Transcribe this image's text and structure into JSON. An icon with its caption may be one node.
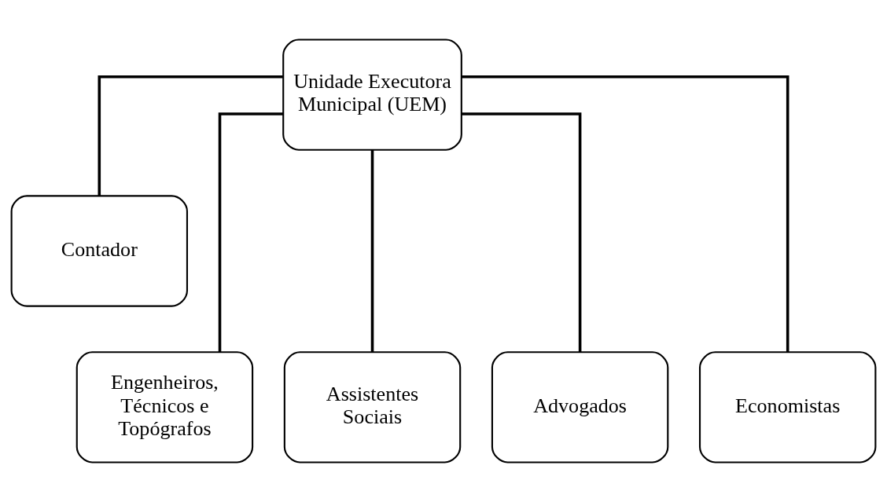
{
  "diagram": {
    "nodes": [
      {
        "text": [
          "Unidade Executora Municipal (UEM)"
        ]
      },
      {
        "text": [
          "Contador"
        ]
      },
      {
        "text": [
          "Engenheiros, Técnicos e Topógrafos"
        ]
      },
      {
        "text": [
          "Assistentes Sociais"
        ]
      },
      {
        "text": [
          "Advogados"
        ]
      },
      {
        "text": [
          "Economistas"
        ]
      }
    ],
    "edges": [
      {
        "from": 0,
        "to": 1,
        "arrow": "none"
      },
      {
        "from": 0,
        "to": 2,
        "arrow": "none"
      },
      {
        "from": 0,
        "to": 3,
        "arrow": "none"
      },
      {
        "from": 0,
        "to": 4,
        "arrow": "none"
      },
      {
        "from": 0,
        "to": 5,
        "arrow": "none"
      }
    ]
  }
}
